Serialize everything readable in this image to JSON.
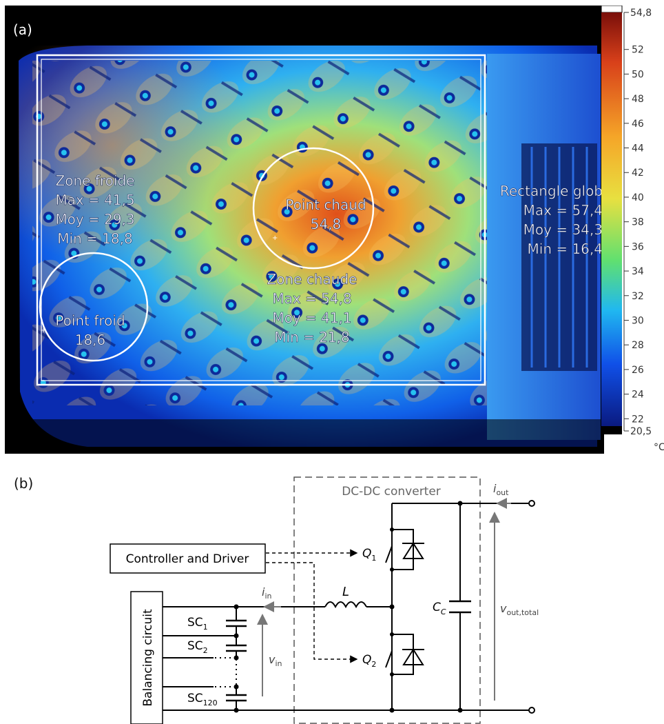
{
  "panel_a": {
    "label": "(a)",
    "zones": {
      "cold_zone": {
        "title": "Zone froide",
        "max": "Max = 41,5",
        "avg": "Moy = 29,3",
        "min": "Min = 18,8"
      },
      "hot_point": {
        "title": "Point chaud",
        "value": "54,8"
      },
      "hot_zone": {
        "title": "Zone chaude",
        "max": "Max = 54,8",
        "avg": "Moy = 41,1",
        "min": "Min = 21,8"
      },
      "cold_point": {
        "title": "Point froid",
        "value": "18,6"
      },
      "global_rectangle": {
        "title": "Rectangle glob",
        "max": "Max = 57,4",
        "avg": "Moy = 34,3",
        "min": "Min = 16,4"
      }
    },
    "color_scale": {
      "max_label": "54,8",
      "min_label": "20,5",
      "unit": "°C",
      "ticks": [
        "52",
        "50",
        "48",
        "46",
        "44",
        "42",
        "40",
        "38",
        "36",
        "34",
        "32",
        "30",
        "28",
        "26",
        "24",
        "22"
      ]
    }
  },
  "panel_b": {
    "label": "(b)",
    "converter_title": "DC-DC converter",
    "controller": "Controller and Driver",
    "balancing": "Balancing circuit",
    "sc1": {
      "main": "SC",
      "sub": "1"
    },
    "sc2": {
      "main": "SC",
      "sub": "2"
    },
    "sc120": {
      "main": "SC",
      "sub": "120"
    },
    "q1": {
      "main": "Q",
      "sub": "1"
    },
    "q2": {
      "main": "Q",
      "sub": "2"
    },
    "inductor": "L",
    "cap_out": {
      "main": "C",
      "sub": "C"
    },
    "i_in": {
      "main": "i",
      "sub": "in"
    },
    "v_in": {
      "main": "v",
      "sub": "in"
    },
    "i_out": {
      "main": "i",
      "sub": "out"
    },
    "v_out": {
      "main": "v",
      "sub": "out,total"
    }
  }
}
